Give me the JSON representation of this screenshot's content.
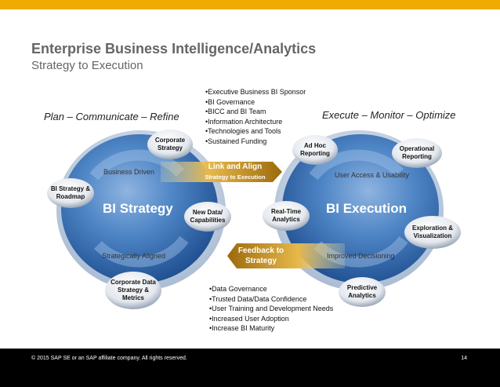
{
  "header": {
    "title": "Enterprise Business Intelligence/Analytics",
    "subtitle": "Strategy to Execution"
  },
  "left_phase": "Plan – Communicate – Refine",
  "right_phase": "Execute – Monitor – Optimize",
  "top_bullets": [
    "Executive Business BI Sponsor",
    "BI Governance",
    "BICC and BI Team",
    "Information Architecture",
    "Technologies and Tools",
    "Sustained Funding"
  ],
  "bottom_bullets": [
    "Data Governance",
    "Trusted Data/Data Confidence",
    "User Training and Development Needs",
    "Increased User Adoption",
    "Increase BI Maturity"
  ],
  "left_cycle": {
    "center": "BI Strategy",
    "top_label": "Business Driven",
    "bottom_label": "Strategically Aligned",
    "bubbles": {
      "corporate_strategy": "Corporate Strategy",
      "bi_strategy_roadmap": "BI Strategy & Roadmap",
      "new_data": "New Data/ Capabilities",
      "corporate_data": "Corporate Data Strategy & Metrics"
    }
  },
  "right_cycle": {
    "center": "BI Execution",
    "top_label": "User Access & Usability",
    "bottom_label": "Improved Decisioning",
    "bubbles": {
      "ad_hoc": "Ad Hoc Reporting",
      "operational": "Operational Reporting",
      "real_time": "Real-Time Analytics",
      "exploration": "Exploration & Visualization",
      "predictive": "Predictive Analytics"
    }
  },
  "arrows": {
    "link_title": "Link and Align",
    "link_sub": "Strategy to Execution",
    "feedback": "Feedback to Strategy"
  },
  "footer": {
    "copyright": "©  2015 SAP SE or an SAP affiliate company. All rights reserved.",
    "page": "14"
  },
  "colors": {
    "accent": "#f0ab00",
    "sphere": "#3a73b8",
    "footer": "#000000"
  }
}
